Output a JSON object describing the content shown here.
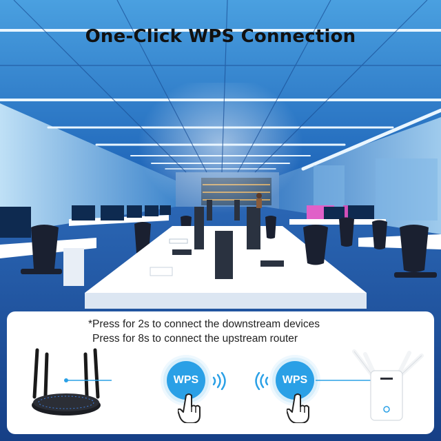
{
  "title": "One-Click WPS Connection",
  "instructions": {
    "line1": "*Press for 2s to connect the downstream devices",
    "line2": "Press for 8s to connect the upstream router"
  },
  "buttons": {
    "left_label": "WPS",
    "right_label": "WPS"
  },
  "colors": {
    "wps_blue": "#2aa0e6",
    "ceiling_light": "#eaf6ff",
    "office_blue": "#1a4f9a"
  },
  "icons": [
    "router-icon",
    "extender-icon",
    "signal-waves-icon",
    "hand-press-icon"
  ]
}
